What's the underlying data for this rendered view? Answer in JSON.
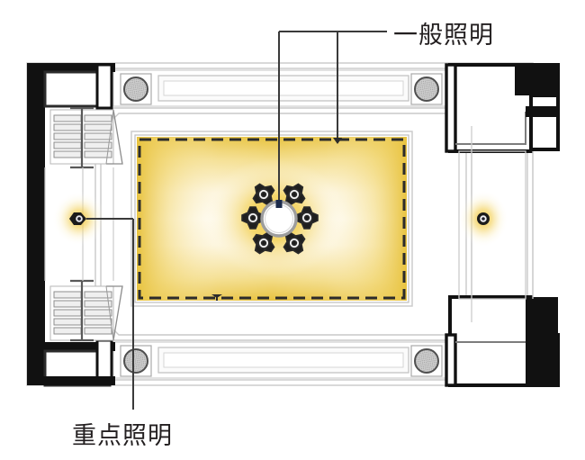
{
  "diagram": {
    "kind": "reflected-ceiling-lighting-plan",
    "title_visible": false,
    "background_color": "#ffffff"
  },
  "annotations": [
    {
      "id": "general-lighting",
      "label": "一般照明",
      "meaning": "General Lighting",
      "position": "top-right",
      "leader_targets": [
        "central-chandelier",
        "cove-light-perimeter"
      ]
    },
    {
      "id": "accent-lighting",
      "label": "重点照明",
      "meaning": "Accent Lighting",
      "position": "bottom-left",
      "leader_targets": [
        "left-wall-accent-spot"
      ]
    }
  ],
  "labels": {
    "general_lighting": "一般照明",
    "accent_lighting": "重点照明"
  },
  "colors": {
    "cove_glow_outer": "#e8c74a",
    "cove_glow_mid": "#f6e9a8",
    "cove_glow_inner": "#fffdf4",
    "accent_glow": "#f2c94c",
    "wall_black": "#111111",
    "line_gray": "#b9b9b9",
    "line_dark": "#4a4a4a",
    "text": "#231f20",
    "fixture_fill": "#9a9a9a",
    "paper": "#ffffff"
  },
  "fixtures": {
    "ceiling_downlights": {
      "name": "round-hatched-downlight",
      "count": 4,
      "positions": [
        "top-left-trough-end",
        "top-right-trough-end",
        "bottom-left-trough-end",
        "bottom-right-trough-end"
      ]
    },
    "light_troughs": {
      "name": "linear-light-trough",
      "count": 2,
      "positions": [
        "top-band",
        "bottom-band"
      ]
    },
    "central_chandelier": {
      "name": "central-pendant-ring",
      "satellite_spots": 6,
      "has_glow": true
    },
    "wall_accent_spots": {
      "name": "wall-accent-spotlight",
      "count": 2,
      "positions": [
        "left-wall",
        "right-wall"
      ],
      "has_glow": true
    },
    "blinds": {
      "name": "window-blinds-louver",
      "count": 2,
      "positions": [
        "upper-left",
        "lower-left"
      ]
    },
    "cove_perimeter": {
      "name": "dashed-cove-light-line",
      "style": "dashed"
    }
  }
}
